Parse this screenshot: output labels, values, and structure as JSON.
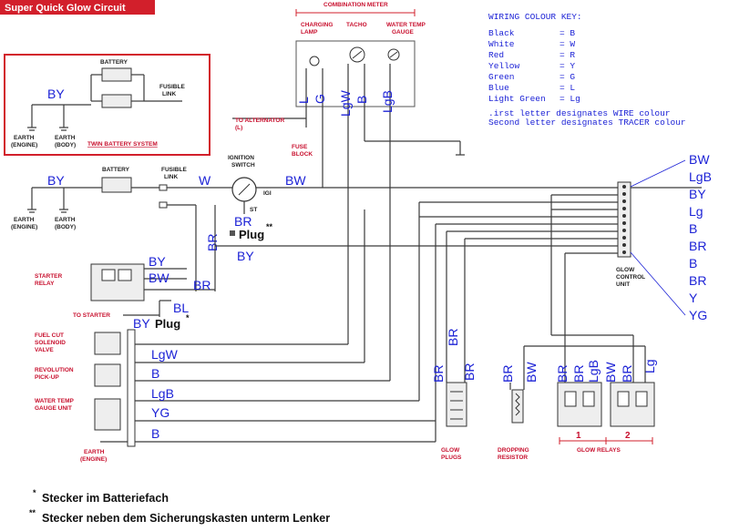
{
  "title": "Super Quick Glow Circuit",
  "colors": {
    "title_bg": "#d21f2b",
    "label_red": "#c8102e",
    "wire_code_blue": "#1c22d6",
    "wire": "#3a3a3a"
  },
  "combination_meter": {
    "title": "COMBINATION METER",
    "charging_lamp": "CHARGING LAMP",
    "tacho": "TACHO",
    "water_temp_gauge": "WATER TEMP GAUGE",
    "wires": [
      "L",
      "G",
      "LgW",
      "B",
      "LgB"
    ]
  },
  "key": {
    "title": "WIRING COLOUR KEY:",
    "rows": [
      {
        "color": "Black",
        "code": "= B"
      },
      {
        "color": "White",
        "code": "= W"
      },
      {
        "color": "Red",
        "code": "= R"
      },
      {
        "color": "Yellow",
        "code": "= Y"
      },
      {
        "color": "Green",
        "code": "= G"
      },
      {
        "color": "Blue",
        "code": "= L"
      },
      {
        "color": "Light Green",
        "code": "= Lg"
      }
    ],
    "note1": ".irst letter designates WIRE colour",
    "note2": "Second letter designates TRACER colour"
  },
  "twin_battery_box": {
    "battery": "BATTERY",
    "fusible_link": "FUSIBLE LINK",
    "by": "BY",
    "earth_engine": "EARTH (ENGINE)",
    "earth_body": "EARTH (BODY)",
    "title": "TWIN BATTERY SYSTEM"
  },
  "main_labels": {
    "by": "BY",
    "battery": "BATTERY",
    "fusible_link": "FUSIBLE LINK",
    "w": "W",
    "ignition_switch": "IGNITION SWITCH",
    "igi": "IGI",
    "st": "ST",
    "bw": "BW",
    "to_alternator": "TO ALTERNATOR (L)",
    "fuse_block": "FUSE BLOCK",
    "earth_engine": "EARTH (ENGINE)",
    "earth_body": "EARTH (BODY)",
    "br_vertical": "BR",
    "br_switch": "BR",
    "plug_top": "Plug",
    "plug_top_mark": "**",
    "by_switch": "BY"
  },
  "starter": {
    "label": "STARTER RELAY",
    "by": "BY",
    "bw": "BW",
    "br": "BR",
    "bl": "BL",
    "to_starter": "TO STARTER",
    "by_plug": "BY",
    "plug": "Plug",
    "plug_mark": "*"
  },
  "left_components": {
    "fuel_cut": "FUEL CUT SOLENOID VALVE",
    "revolution": "REVOLUTION PICK-UP",
    "water_temp": "WATER TEMP GAUGE UNIT",
    "earth_engine": "EARTH (ENGINE)",
    "wires": [
      "LgW",
      "B",
      "LgB",
      "YG",
      "B"
    ]
  },
  "glow_control": {
    "label": "GLOW CONTROL UNIT",
    "wires": [
      "BW",
      "LgB",
      "BY",
      "Lg",
      "B",
      "BR",
      "B",
      "BR",
      "Y",
      "YG"
    ]
  },
  "bottom": {
    "glow_plugs": "GLOW PLUGS",
    "plugs_br1": "BR",
    "plugs_br2": "BR",
    "plugs_br3": "BR",
    "dropping_resistor": "DROPPING RESISTOR",
    "res_br": "BR",
    "res_bw": "BW",
    "relay_wires": [
      "BR",
      "BR",
      "LgB",
      "BW",
      "BR",
      "Lg"
    ],
    "relay_1": "1",
    "relay_2": "2",
    "glow_relays": "GLOW RELAYS"
  },
  "footnotes": {
    "note1_mark": "*",
    "note1": "Stecker im Batteriefach",
    "note2_mark": "**",
    "note2": "Stecker neben dem Sicherungskasten unterm Lenker"
  }
}
